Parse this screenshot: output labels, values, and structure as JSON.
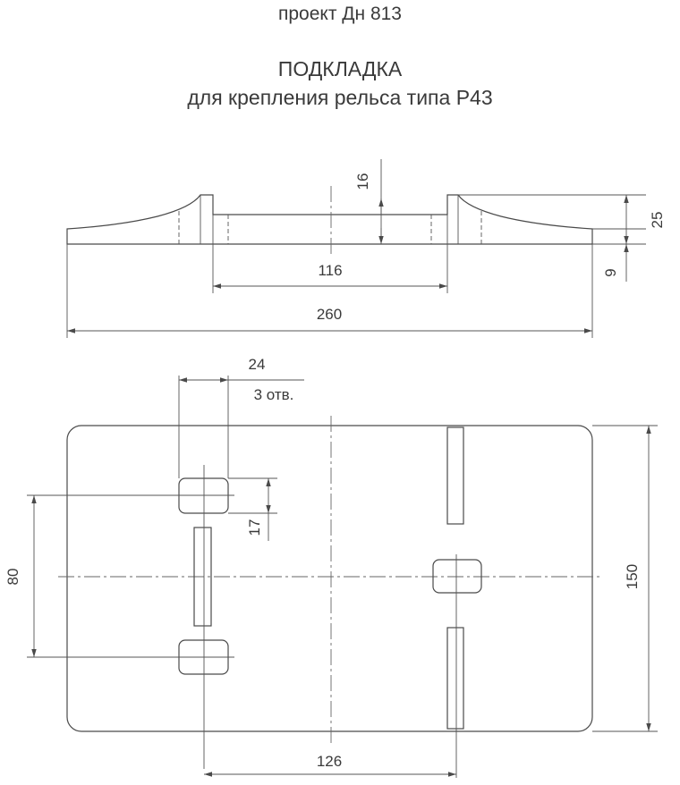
{
  "header": {
    "project": "проект Дн 813",
    "title": "ПОДКЛАДКА",
    "subtitle": "для крепления рельса типа Р43"
  },
  "side_view": {
    "dims": {
      "d16": "16",
      "d25": "25",
      "d9": "9",
      "d116": "116",
      "d260": "260"
    }
  },
  "plan_view": {
    "dims": {
      "d24": "24",
      "holes": "3 отв.",
      "d17": "17",
      "d80": "80",
      "d150": "150",
      "d126": "126"
    }
  }
}
